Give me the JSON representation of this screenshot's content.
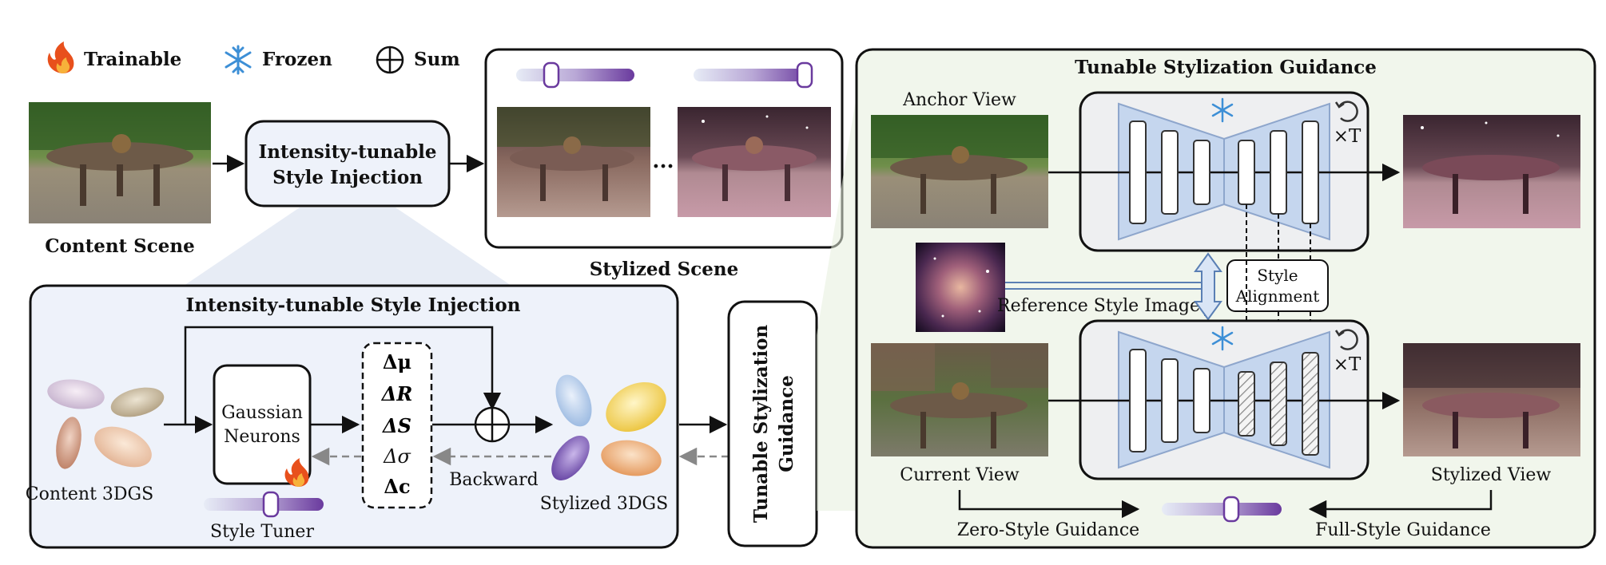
{
  "legend": {
    "trainable": "Trainable",
    "frozen": "Frozen",
    "sum": "Sum"
  },
  "content_scene": {
    "label": "Content Scene"
  },
  "injection_box": {
    "line1": "Intensity-tunable",
    "line2": "Style Injection"
  },
  "stylized_scene": {
    "label": "Stylized Scene",
    "ellipsis": "..."
  },
  "injection_panel": {
    "title": "Intensity-tunable Style Injection",
    "content_3dgs": "Content 3DGS",
    "gaussian_neurons_line1": "Gaussian",
    "gaussian_neurons_line2": "Neurons",
    "deltas": [
      "Δμ",
      "ΔR",
      "ΔS",
      "Δσ",
      "Δc"
    ],
    "backward": "Backward",
    "stylized_3dgs": "Stylized 3DGS",
    "style_tuner": "Style Tuner"
  },
  "tsg_box": {
    "line1": "Tunable Stylization",
    "line2": "Guidance"
  },
  "guidance_panel": {
    "title": "Tunable Stylization Guidance",
    "anchor_view": "Anchor View",
    "current_view": "Current View",
    "stylized_view": "Stylized View",
    "reference_style_image": "Reference Style Image",
    "style_alignment_line1": "Style",
    "style_alignment_line2": "Alignment",
    "repeat_top": "×T",
    "repeat_bottom": "×T",
    "zero_style_guidance": "Zero-Style Guidance",
    "full_style_guidance": "Full-Style Guidance"
  },
  "colors": {
    "panel_fill_left": "#eef2fa",
    "panel_fill_right": "#f1f6ec",
    "unet_fill": "#c5d6ee",
    "slider_purple": "#6a3a9e",
    "fire": "#e8501c",
    "snowflake": "#3d8fd6"
  }
}
